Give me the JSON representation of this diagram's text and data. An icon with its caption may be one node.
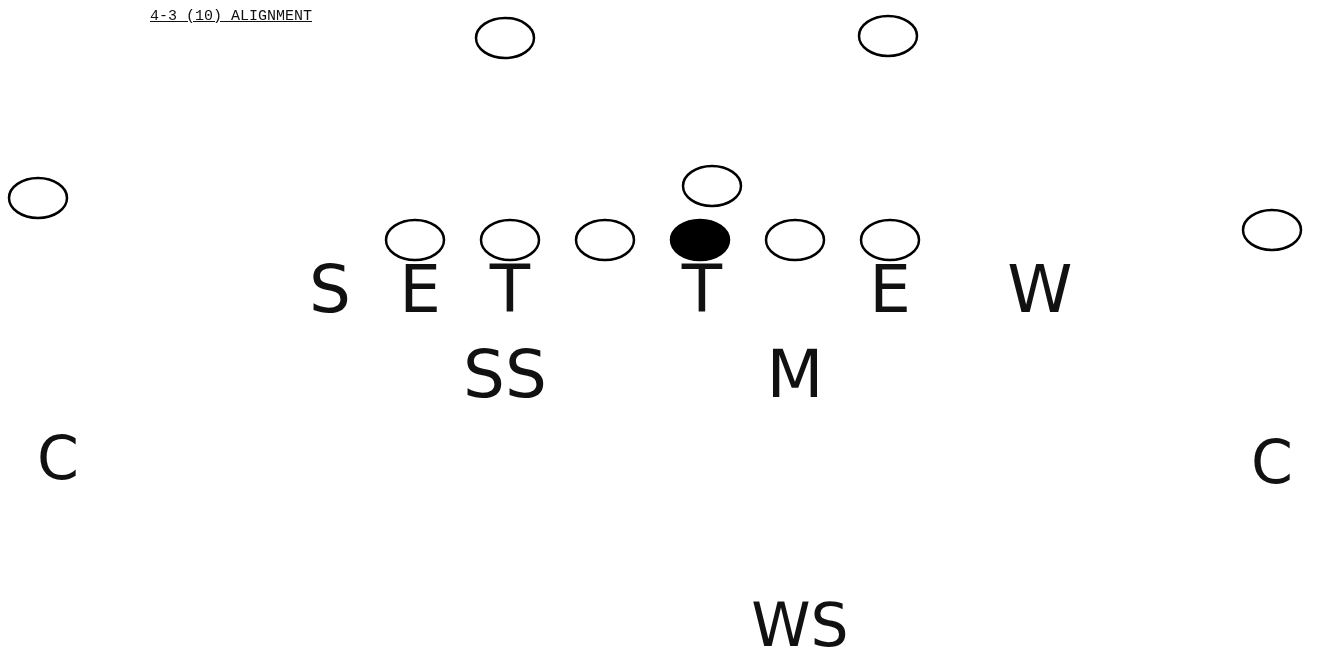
{
  "diagram": {
    "title": "4-3 (10) ALIGNMENT",
    "labels": [
      "S",
      "E",
      "T",
      "T",
      "E",
      "W",
      "SS",
      "M",
      "C",
      "C",
      "WS"
    ]
  }
}
